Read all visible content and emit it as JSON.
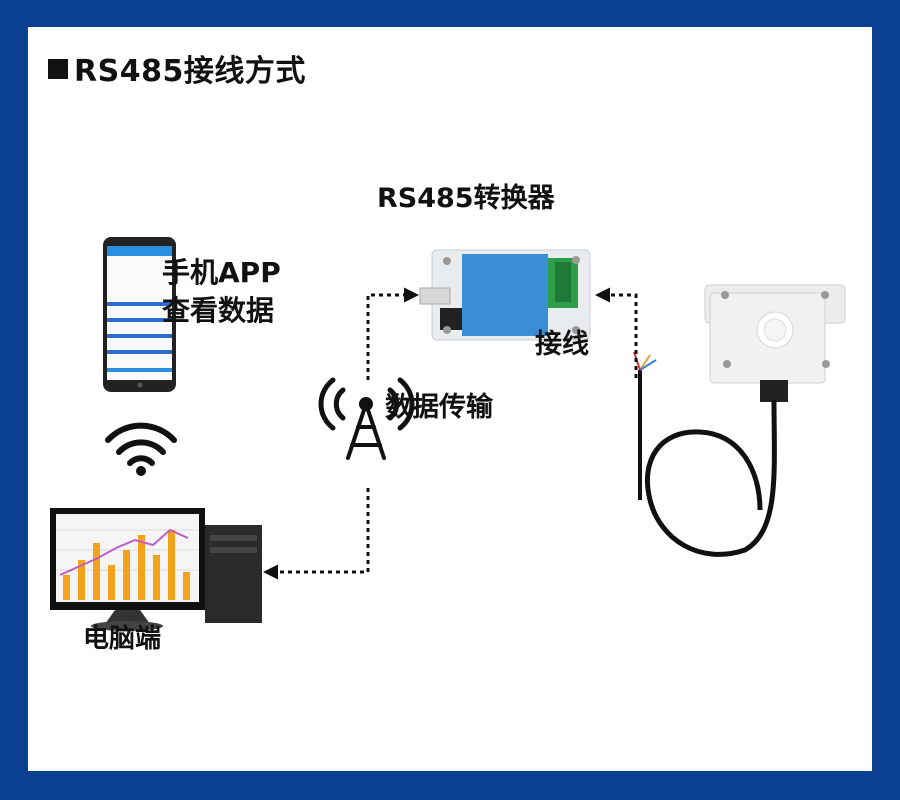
{
  "title": "RS485接线方式",
  "labels": {
    "converter": "RS485转换器",
    "app_line1": "手机APP",
    "app_line2": "查看数据",
    "data_transfer": "数据传输",
    "wiring": "接线",
    "pc": "电脑端"
  },
  "colors": {
    "border": "#0b3f8f",
    "background": "#ffffff",
    "text": "#111111",
    "converter_blue": "#3a8fd4",
    "chart_bar": "#f2a31b",
    "chart_line": "#c05bc9"
  },
  "icons": [
    "wifi-icon",
    "antenna-icon",
    "arrow-icon"
  ]
}
